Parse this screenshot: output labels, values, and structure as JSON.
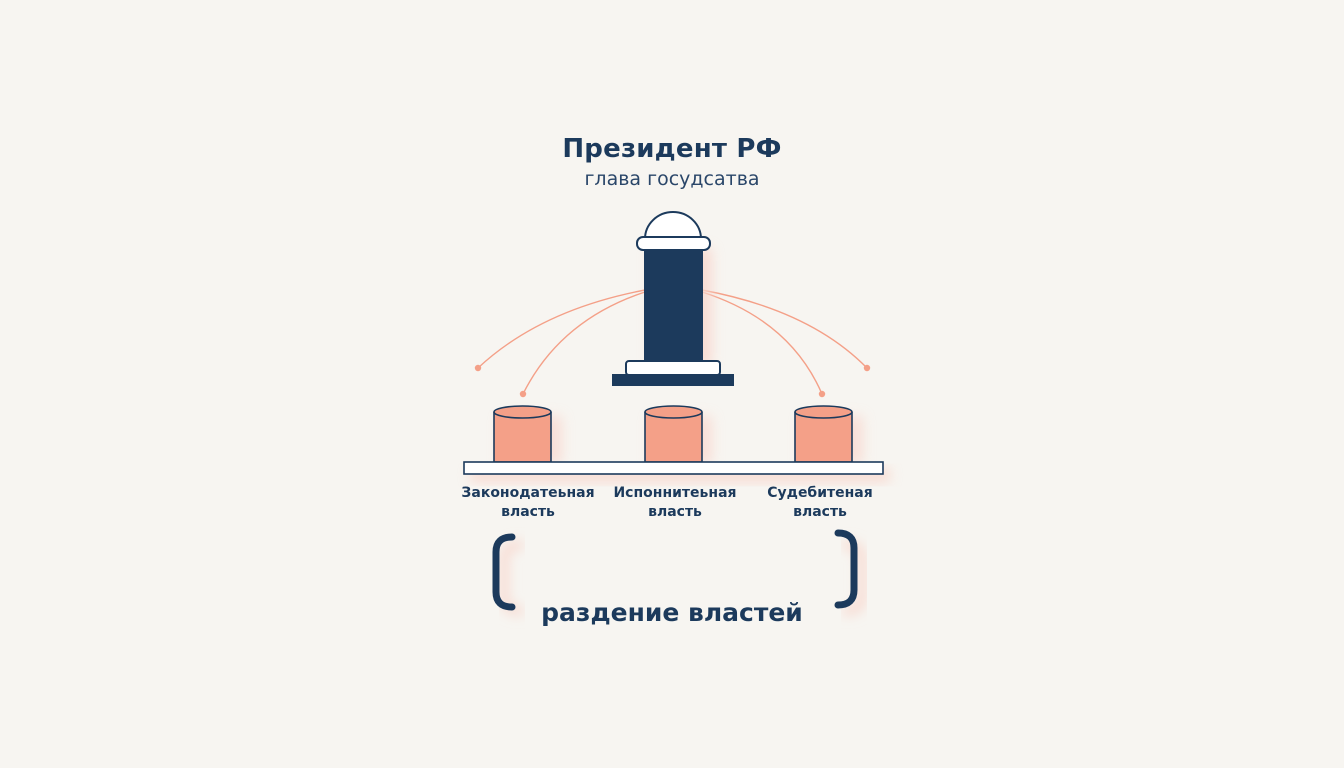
{
  "title": "Президент РФ",
  "subtitle": "глава госудсатва",
  "branches": [
    {
      "line1": "Законодатеьная",
      "line2": "власть"
    },
    {
      "line1": "Испоннитеьная",
      "line2": "власть"
    },
    {
      "line1": "Судебитеная",
      "line2": "власть"
    }
  ],
  "footer": "раздение властей",
  "colors": {
    "navy": "#1c3a5c",
    "coral": "#f4a088",
    "background": "#f7f5f1",
    "outline": "#1c3a5c",
    "glow": "#f8d6cc"
  }
}
